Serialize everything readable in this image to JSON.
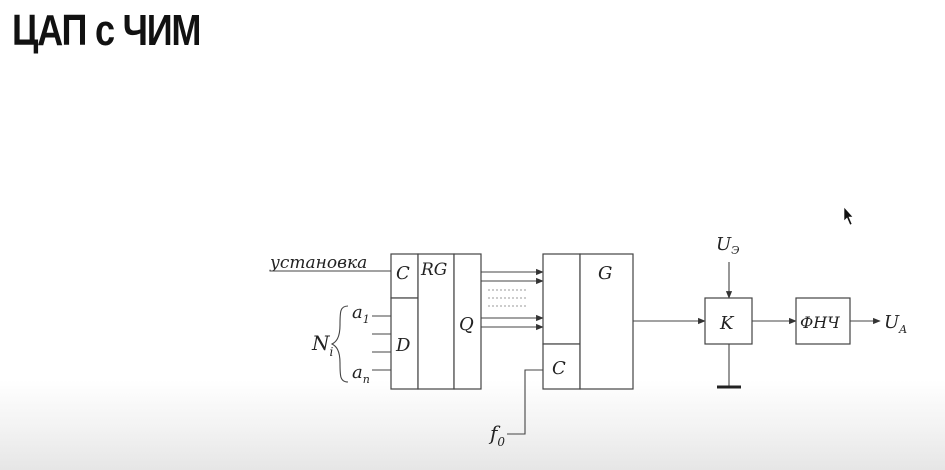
{
  "slide": {
    "title": "ЦАП с ЧИМ"
  },
  "diagram": {
    "input_setup_label": "установка",
    "input_data_label": "N",
    "input_data_sub": "i",
    "bit_first": "a",
    "bit_first_sub": "1",
    "bit_last": "a",
    "bit_last_sub": "n",
    "register": {
      "clock_label": "C",
      "name_label": "RG",
      "data_label": "D",
      "output_label": "Q"
    },
    "generator": {
      "name_label": "G",
      "clock_label": "C"
    },
    "clock_input_label": "f",
    "clock_input_sub": "0",
    "switch": {
      "label": "K",
      "supply_label": "U",
      "supply_sub": "Э"
    },
    "filter_label": "ФНЧ",
    "output_label": "U",
    "output_sub": "A"
  },
  "cursor_icon": "arrow-pointer-icon"
}
